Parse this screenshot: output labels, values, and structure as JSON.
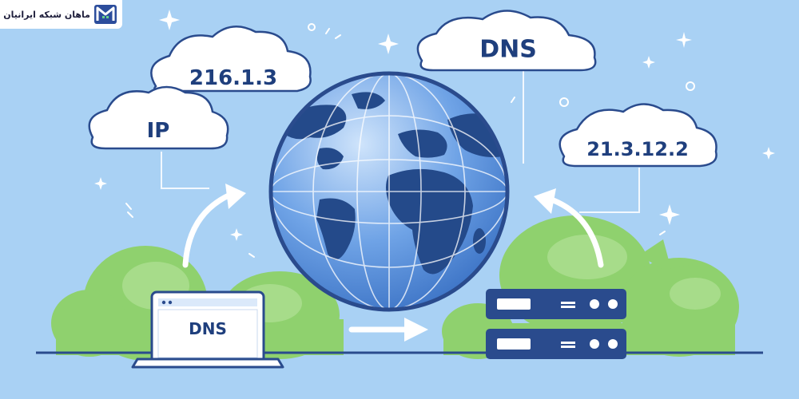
{
  "brand": {
    "name": "ماهان شبکه ایرانیان",
    "logo_icon": "mahan-m-logo-icon",
    "color": "#2c4d9c"
  },
  "clouds": {
    "ip_address_left": "216.1.3",
    "ip_label": "IP",
    "dns_label": "DNS",
    "ip_address_right": "21.3.12.2"
  },
  "laptop": {
    "screen_text": "DNS"
  },
  "icons": [
    "globe-icon",
    "laptop-icon",
    "server-icon",
    "cloud-icon",
    "sparkle-icon",
    "arrow-icon"
  ],
  "colors": {
    "background": "#a9d1f4",
    "ocean": "#4a86d8",
    "land": "#244a8a",
    "foliage": "#8fd16e",
    "server": "#2a4b8d",
    "cloud": "#ffffff"
  }
}
